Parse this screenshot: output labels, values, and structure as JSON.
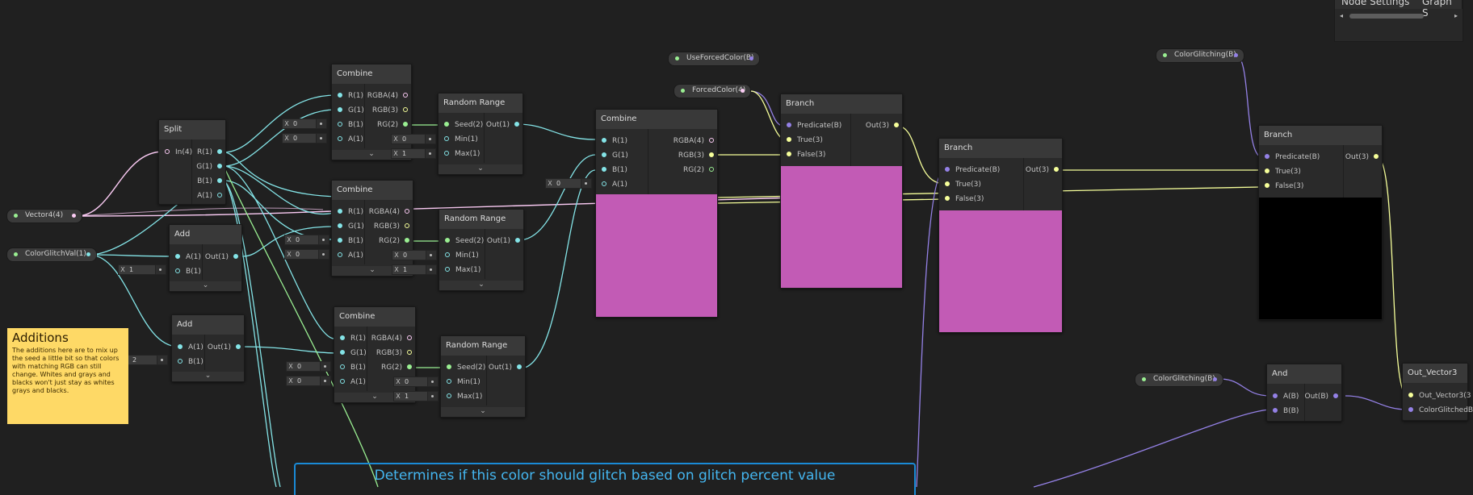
{
  "tabs": {
    "node_settings": "Node Settings",
    "graph": "Graph S"
  },
  "sticky": {
    "title": "Additions",
    "body": "The additions here are to mix up the seed a little bit so that colors with matching RGB can still change. Whites and grays and blacks won't just stay as whites grays and blacks."
  },
  "group": {
    "title": "Determines if this color should glitch based on glitch percent value"
  },
  "properties": {
    "vector4": "Vector4(4)",
    "colorglitchval": "ColorGlitchVal(1)",
    "useforcedcolor": "UseForcedColor(B)",
    "forcedcolor": "ForcedColor(4)",
    "colorglitching_top": "ColorGlitching(B)",
    "colorglitching_bottom": "ColorGlitching(B)"
  },
  "nodes": {
    "split": {
      "title": "Split",
      "in": "In(4)",
      "r": "R(1)",
      "g": "G(1)",
      "b": "B(1)",
      "a": "A(1)"
    },
    "add1": {
      "title": "Add",
      "a": "A(1)",
      "b": "B(1)",
      "out": "Out(1)",
      "b_value": "1"
    },
    "add2": {
      "title": "Add",
      "a": "A(1)",
      "b": "B(1)",
      "out": "Out(1)",
      "b_value": "2"
    },
    "combine1": {
      "title": "Combine",
      "r": "R(1)",
      "g": "G(1)",
      "b": "B(1)",
      "a": "A(1)",
      "rgba": "RGBA(4)",
      "rgb": "RGB(3)",
      "rg": "RG(2)",
      "b_value": "0",
      "a_value": "0"
    },
    "combine2": {
      "title": "Combine",
      "r": "R(1)",
      "g": "G(1)",
      "b": "B(1)",
      "a": "A(1)",
      "rgba": "RGBA(4)",
      "rgb": "RGB(3)",
      "rg": "RG(2)",
      "r_value": "0",
      "a_value": "0"
    },
    "combine3": {
      "title": "Combine",
      "r": "R(1)",
      "g": "G(1)",
      "b": "B(1)",
      "a": "A(1)",
      "rgba": "RGBA(4)",
      "rgb": "RGB(3)",
      "rg": "RG(2)",
      "b_value": "0",
      "a_value": "0"
    },
    "combine4": {
      "title": "Combine",
      "r": "R(1)",
      "g": "G(1)",
      "b": "B(1)",
      "a": "A(1)",
      "rgba": "RGBA(4)",
      "rgb": "RGB(3)",
      "rg": "RG(2)",
      "a_value": "0",
      "preview_color": "#c25bb5"
    },
    "rr1": {
      "title": "Random Range",
      "seed": "Seed(2)",
      "min": "Min(1)",
      "max": "Max(1)",
      "out": "Out(1)",
      "min_value": "0",
      "max_value": "1"
    },
    "rr2": {
      "title": "Random Range",
      "seed": "Seed(2)",
      "min": "Min(1)",
      "max": "Max(1)",
      "out": "Out(1)",
      "min_value": "0",
      "max_value": "1"
    },
    "rr3": {
      "title": "Random Range",
      "seed": "Seed(2)",
      "min": "Min(1)",
      "max": "Max(1)",
      "out": "Out(1)",
      "min_value": "0",
      "max_value": "1"
    },
    "branch1": {
      "title": "Branch",
      "pred": "Predicate(B)",
      "t": "True(3)",
      "f": "False(3)",
      "out": "Out(3)",
      "preview_color": "#c25bb5"
    },
    "branch2": {
      "title": "Branch",
      "pred": "Predicate(B)",
      "t": "True(3)",
      "f": "False(3)",
      "out": "Out(3)",
      "preview_color": "#c25bb5"
    },
    "branch3": {
      "title": "Branch",
      "pred": "Predicate(B)",
      "t": "True(3)",
      "f": "False(3)",
      "out": "Out(3)",
      "preview_color": "#000000"
    },
    "and": {
      "title": "And",
      "a": "A(B)",
      "b": "B(B)",
      "out": "Out(B)"
    },
    "out": {
      "title": "Out_Vector3",
      "v": "Out_Vector3(3",
      "g": "ColorGlitchedB"
    }
  },
  "field_labels": {
    "x": "X"
  },
  "glyphs": {
    "chevron": "⌄",
    "arrow_left": "◂",
    "arrow_right": "▸"
  },
  "colors": {
    "vector1": "#84e4e7",
    "vector2": "#9aef92",
    "vector3": "#f6ff9a",
    "vector4": "#fbcbf4",
    "boolean": "#9481e6",
    "sticky": "#fed966",
    "group": "#1a8ad6"
  }
}
